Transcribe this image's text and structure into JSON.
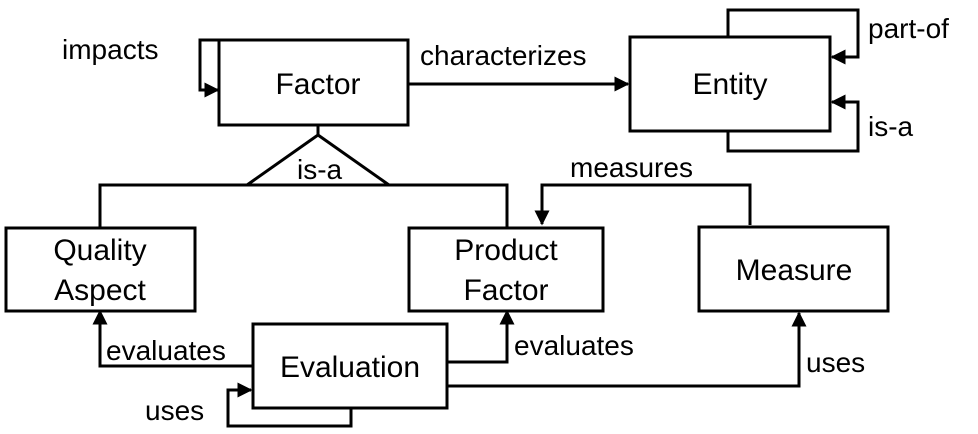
{
  "nodes": {
    "factor": "Factor",
    "entity": "Entity",
    "quality_aspect": [
      "Quality",
      "Aspect"
    ],
    "product_factor": [
      "Product",
      "Factor"
    ],
    "measure": "Measure",
    "evaluation": "Evaluation"
  },
  "relations": {
    "factor_impacts": "impacts",
    "factor_characterizes_entity": "characterizes",
    "entity_part_of": "part-of",
    "entity_is_a": "is-a",
    "factor_is_a": "is-a",
    "measure_measures_product_factor": "measures",
    "evaluation_evaluates_quality_aspect": "evaluates",
    "evaluation_evaluates_product_factor": "evaluates",
    "evaluation_uses_self": "uses",
    "evaluation_uses_measure": "uses"
  }
}
